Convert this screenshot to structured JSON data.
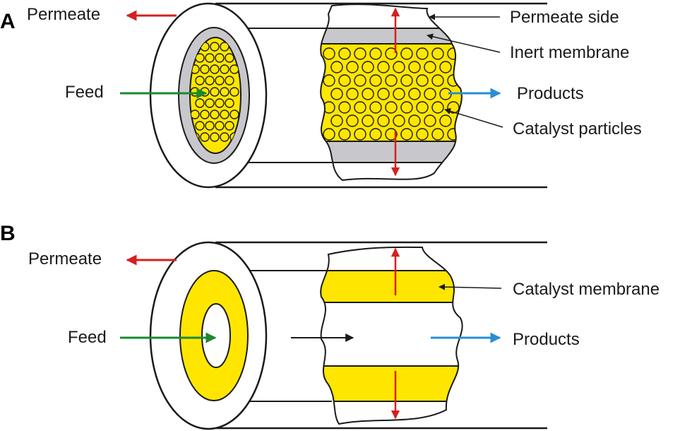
{
  "panel_a": {
    "letter": "A",
    "labels": {
      "permeate": "Permeate",
      "feed": "Feed",
      "permeate_side": "Permeate side",
      "inert_membrane": "Inert membrane",
      "products": "Products",
      "catalyst_particles": "Catalyst particles"
    }
  },
  "panel_b": {
    "letter": "B",
    "labels": {
      "permeate": "Permeate",
      "feed": "Feed",
      "catalyst_membrane": "Catalyst membrane",
      "products": "Products"
    }
  },
  "colors": {
    "permeate_arrow": "#d42020",
    "feed_arrow": "#1a8a2e",
    "products_arrow": "#2a8ed6",
    "catalyst_yellow": "#ffe600",
    "membrane_gray": "#c8c8cc",
    "outline": "#1a1a1a"
  }
}
